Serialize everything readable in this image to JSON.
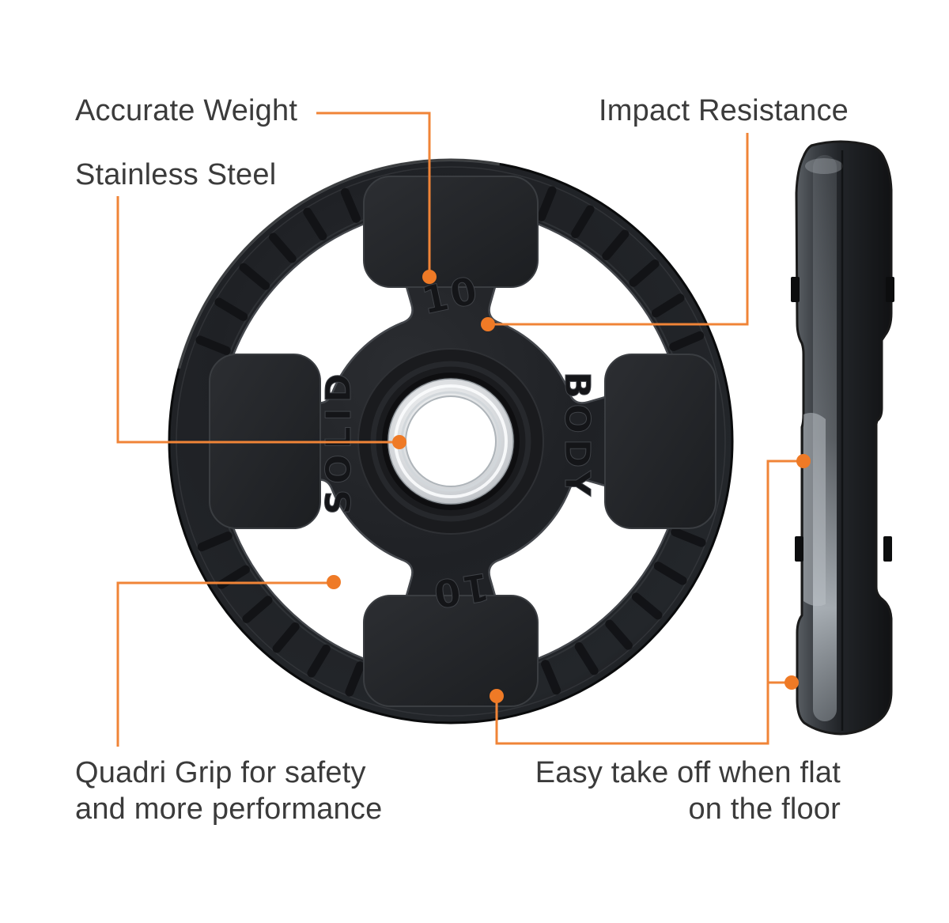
{
  "colors": {
    "accent_line": "#F08437",
    "accent_dot": "#EF7A26",
    "label_text": "#3B3B3B"
  },
  "callouts": {
    "accurate_weight": {
      "label": "Accurate Weight"
    },
    "stainless_steel": {
      "label": "Stainless Steel"
    },
    "impact_resistance": {
      "label": "Impact Resistance"
    },
    "quadri_grip": {
      "label_line1": "Quadri Grip for safety",
      "label_line2": "and more performance"
    },
    "easy_take_off": {
      "label_line1": "Easy take off when flat",
      "label_line2": "on the floor"
    }
  },
  "plate": {
    "weight_marking_top": "10",
    "weight_marking_bottom": "10",
    "brand_word_left": "SOLID",
    "brand_word_right": "BODY"
  }
}
